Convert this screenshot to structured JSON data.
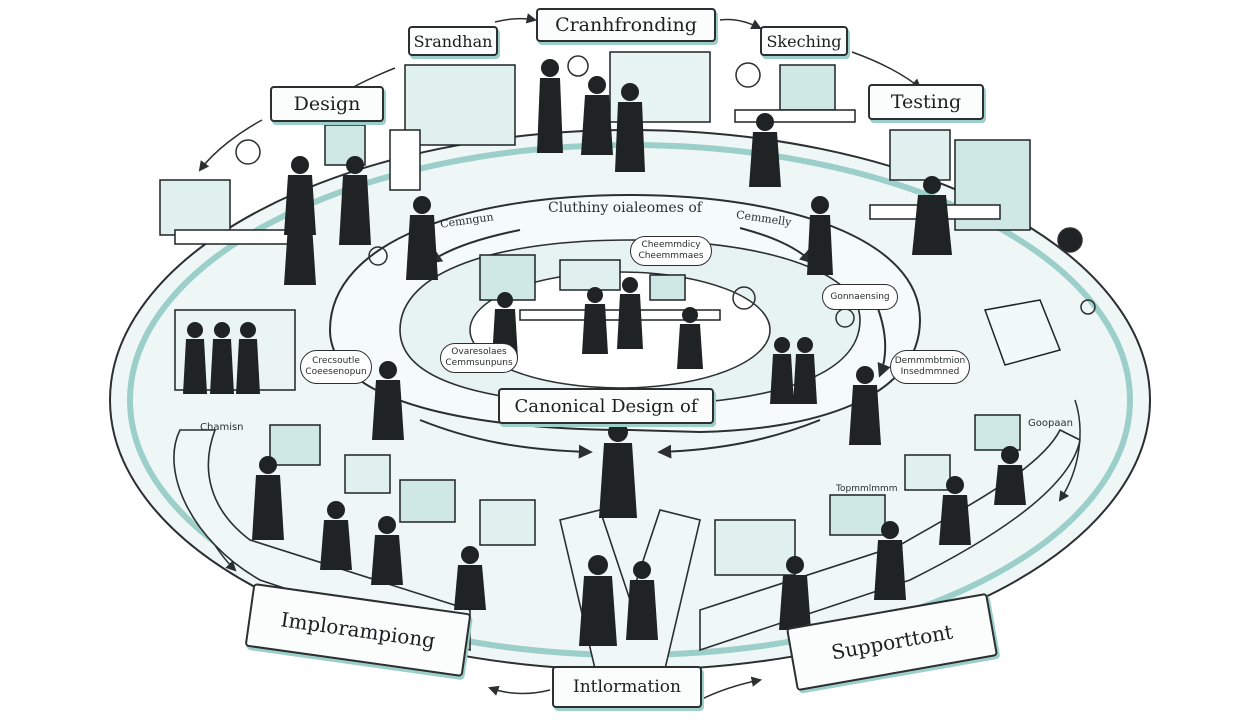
{
  "stages": {
    "top": "Cranhfronding",
    "top_left": "Srandhan",
    "top_right": "Skeching",
    "left": "Design",
    "right": "Testing",
    "bottom_left": "Implorampiong",
    "bottom": "Intlormation",
    "bottom_right": "Supporttont"
  },
  "center": {
    "title": "Canonical Design of",
    "ring_top": "Cluthiny oialeomes of",
    "ring_left": "Cemngun",
    "ring_right": "Cemmelly"
  },
  "bubbles": {
    "center_top": "Cheemmdicy\nCheemmmaes",
    "left_mid": "Crecsoutle\nCoeesenopun",
    "left_inner": "Ovaresolaes\nCemmsunpuns",
    "right_mid": "Gonnaensing",
    "right_lower": "Demmmbtmion\nInsedmmned"
  },
  "small_labels": {
    "lower_left": "Chamisn",
    "lower_right": "Goopaan",
    "right_mid_lower": "Topmmlmmm"
  },
  "colors": {
    "accent": "#6fb8b1",
    "ink": "#1f2324",
    "paper": "#ffffff"
  }
}
